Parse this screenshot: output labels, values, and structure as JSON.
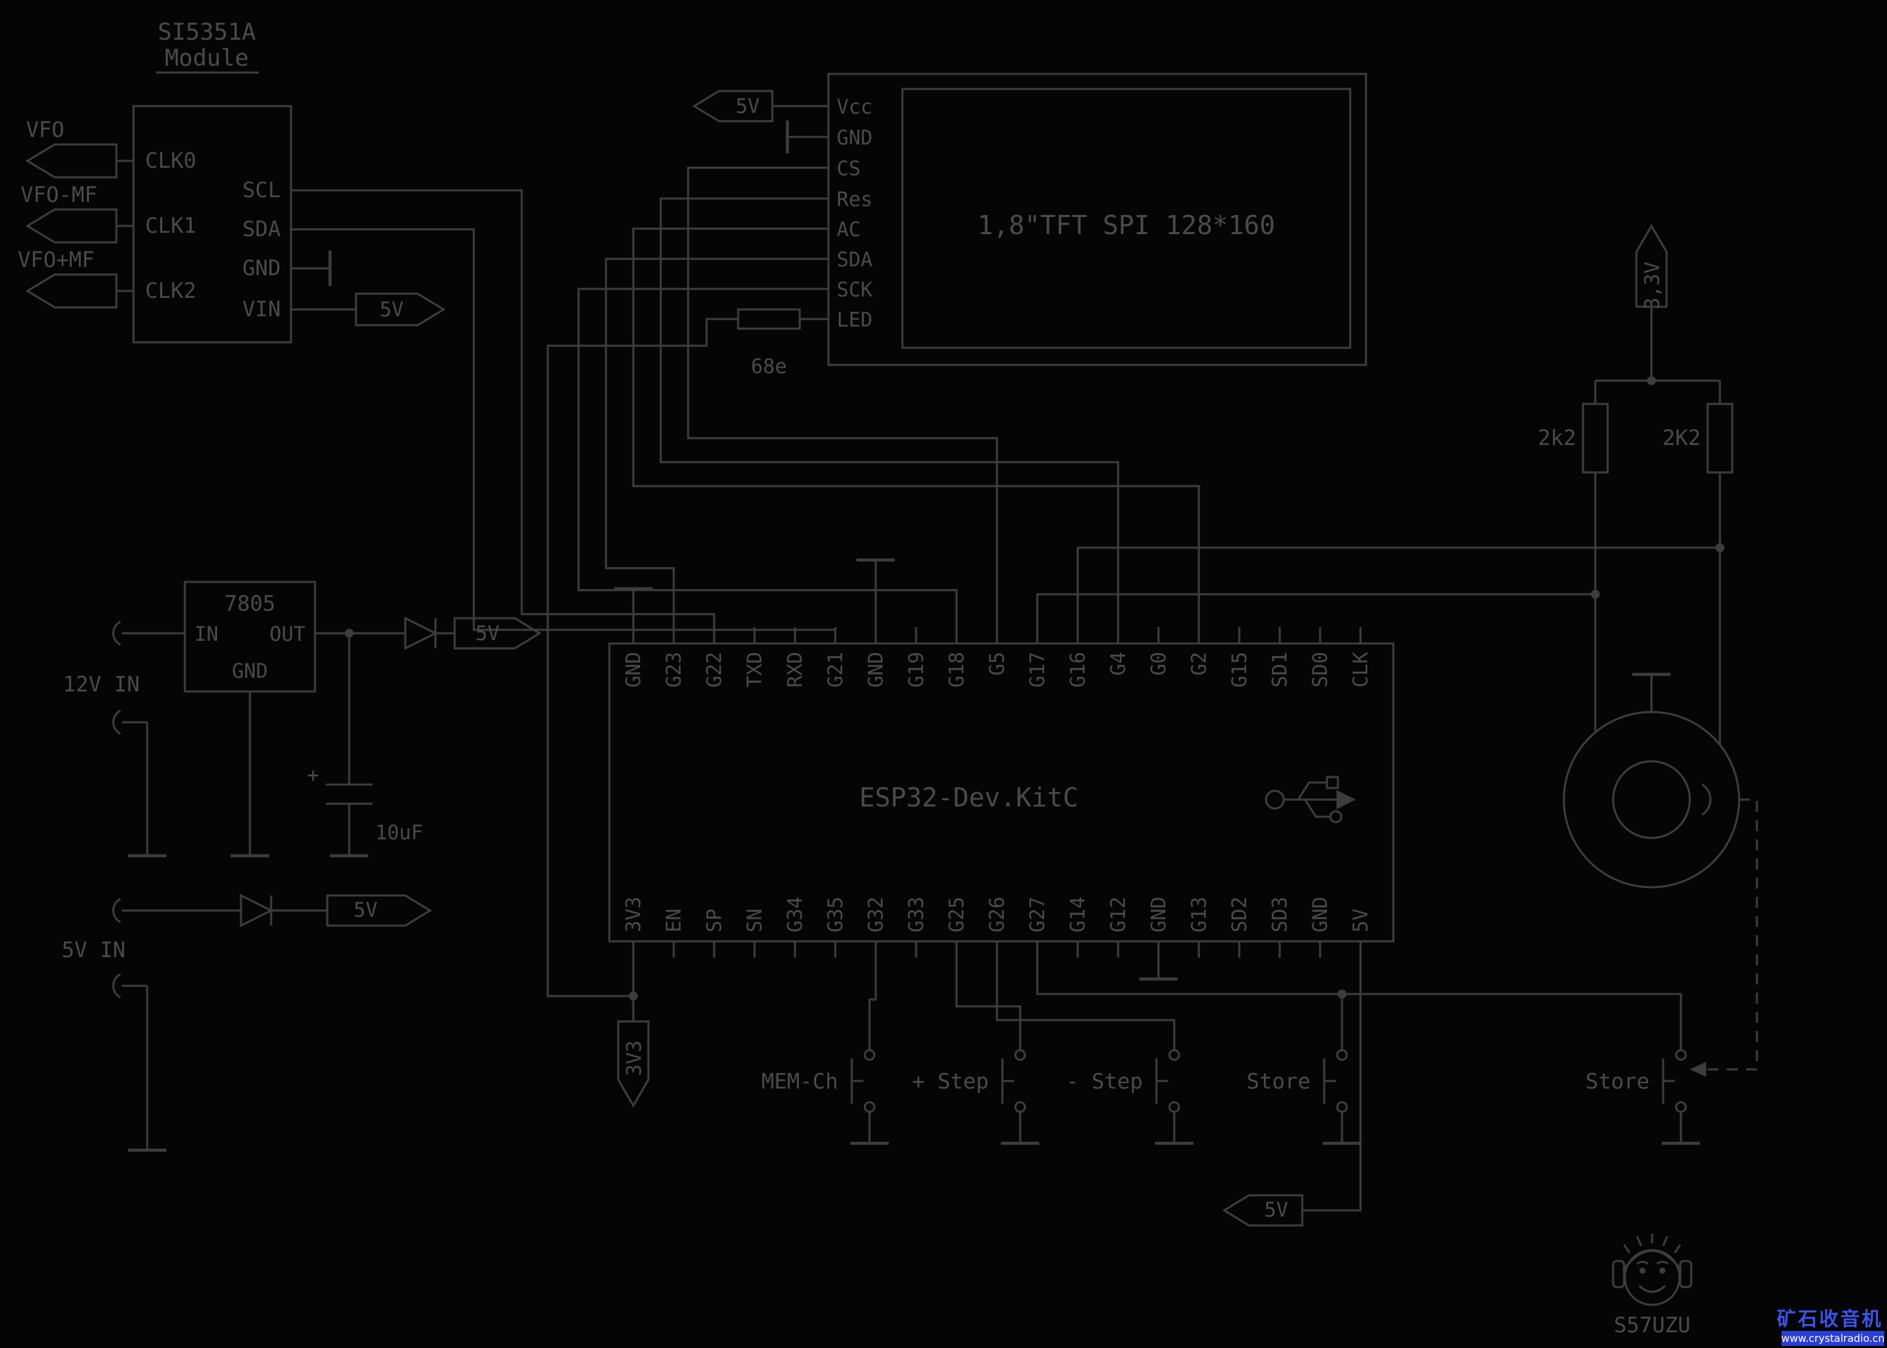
{
  "palette": {
    "background": "#050505",
    "line": "#3d3d3d",
    "text": "#4a4a4a",
    "watermark_blue": "#3d52e8",
    "watermark_bar": "#2b3fd0",
    "watermark_text": "#ffffff"
  },
  "si5351": {
    "title1": "SI5351A",
    "title2": "Module",
    "outputs": [
      "VFO",
      "VFO-MF",
      "VFO+MF"
    ],
    "left_pins": [
      "CLK0",
      "CLK1",
      "CLK2"
    ],
    "right_pins": [
      "SCL",
      "SDA",
      "GND",
      "VIN"
    ],
    "supply": "5V"
  },
  "tft": {
    "label": "1,8\"TFT SPI 128*160",
    "pins": [
      "Vcc",
      "GND",
      "CS",
      "Res",
      "AC",
      "SDA",
      "SCK",
      "LED"
    ],
    "supply": "5V",
    "backlight_resistor": "68e"
  },
  "regulator": {
    "name": "7805",
    "pin_in": "IN",
    "pin_out": "OUT",
    "pin_gnd": "GND",
    "input_label": "12V IN",
    "cap_label": "10uF",
    "cap_plus": "+",
    "output_flag": "5V"
  },
  "aux_input": {
    "label": "5V IN",
    "flag": "5V"
  },
  "esp32": {
    "label": "ESP32-Dev.KitC",
    "top_pins": [
      "GND",
      "G23",
      "G22",
      "TXD",
      "RXD",
      "G21",
      "GND",
      "G19",
      "G18",
      "G5",
      "G17",
      "G16",
      "G4",
      "G0",
      "G2",
      "G15",
      "SD1",
      "SD0",
      "CLK"
    ],
    "bottom_pins": [
      "3V3",
      "EN",
      "SP",
      "SN",
      "G34",
      "G35",
      "G32",
      "G33",
      "G25",
      "G26",
      "G27",
      "G14",
      "G12",
      "GND",
      "G13",
      "SD2",
      "SD3",
      "GND",
      "5V"
    ],
    "rail_3v3": "3V3",
    "v5_flag": "5V"
  },
  "encoder": {
    "supply_flag": "3,3V",
    "resistor_left": "2k2",
    "resistor_right": "2K2"
  },
  "buttons": {
    "mem": "MEM-Ch",
    "step_up": "+ Step",
    "step_down": "- Step",
    "store": "Store",
    "store_encoder": "Store"
  },
  "logo": {
    "callsign": "S57UZU"
  },
  "watermark": {
    "title": "矿石收音机",
    "url": "www.crystalradio.cn"
  }
}
